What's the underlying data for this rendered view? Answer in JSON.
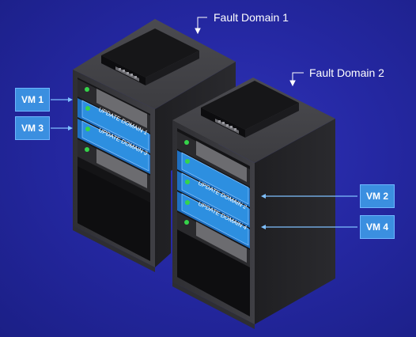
{
  "fault_domains": [
    {
      "label": "Fault Domain 1"
    },
    {
      "label": "Fault Domain 2"
    }
  ],
  "vms": [
    {
      "label": "VM 1"
    },
    {
      "label": "VM 3"
    },
    {
      "label": "VM 2"
    },
    {
      "label": "VM 4"
    }
  ],
  "rack1": {
    "update_domains": [
      "UPDATE DOMAIN 1",
      "UPDATE DOMAIN 3"
    ]
  },
  "rack2": {
    "update_domains": [
      "UPDATE DOMAIN 2",
      "UPDATE DOMAIN 4"
    ]
  },
  "colors": {
    "background": "#2528a3",
    "rack_body": "#3a3a3d",
    "rack_side": "#232326",
    "update_domain_blue": "#2d8fe0",
    "vm_box": "#3b8fe0",
    "led_green": "#35d44a",
    "arrow": "#7fc0ff"
  }
}
